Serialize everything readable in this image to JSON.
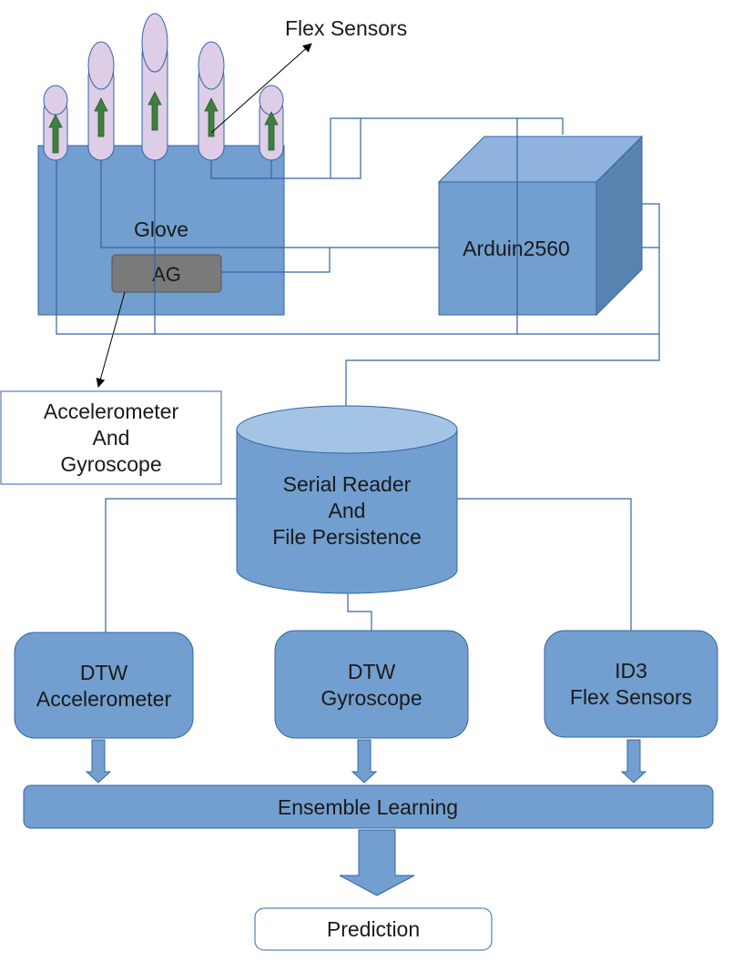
{
  "labels": {
    "flex_sensors": "Flex Sensors",
    "glove": "Glove",
    "ag": "AG",
    "arduino": "Arduin2560",
    "accel_gyro": [
      "Accelerometer",
      "And",
      "Gyroscope"
    ],
    "serial_reader": [
      "Serial Reader",
      "And",
      "File Persistence"
    ],
    "dtw_accel": [
      "DTW",
      "Accelerometer"
    ],
    "dtw_gyro": [
      "DTW",
      "Gyroscope"
    ],
    "id3_flex": [
      "ID3",
      "Flex Sensors"
    ],
    "ensemble": "Ensemble Learning",
    "prediction": "Prediction"
  },
  "colors": {
    "box_fill": "#729fcf",
    "box_stroke": "#3465a4",
    "cube_top": "#8fb3de",
    "cube_side": "#5a82b0",
    "cylinder_top": "#a4c4e6",
    "finger_fill": "#ddcde6",
    "finger_stroke": "#3465a4",
    "finger_arrow": "#3f7f3f",
    "ag_fill": "#7a7a7a",
    "ag_stroke": "#555555",
    "line": "#3465a4"
  }
}
